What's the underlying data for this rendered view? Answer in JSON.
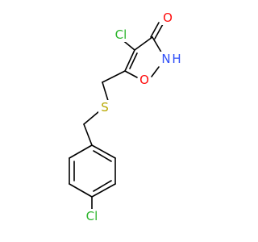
{
  "molecule": {
    "atoms": {
      "cl_top": {
        "text": "Cl",
        "color": "#2bb52b"
      },
      "o_carbonyl": {
        "text": "O",
        "color": "#ff0d0d"
      },
      "nh": {
        "text": "H",
        "color": "#3050f8"
      },
      "nh_n": {
        "text": "N",
        "color": "#3050f8"
      },
      "o_ring": {
        "text": "O",
        "color": "#ff0d0d"
      },
      "s": {
        "text": "S",
        "color": "#b8a800"
      },
      "cl_bottom": {
        "text": "Cl",
        "color": "#2bb52b"
      }
    },
    "bond_color": "#000000"
  }
}
